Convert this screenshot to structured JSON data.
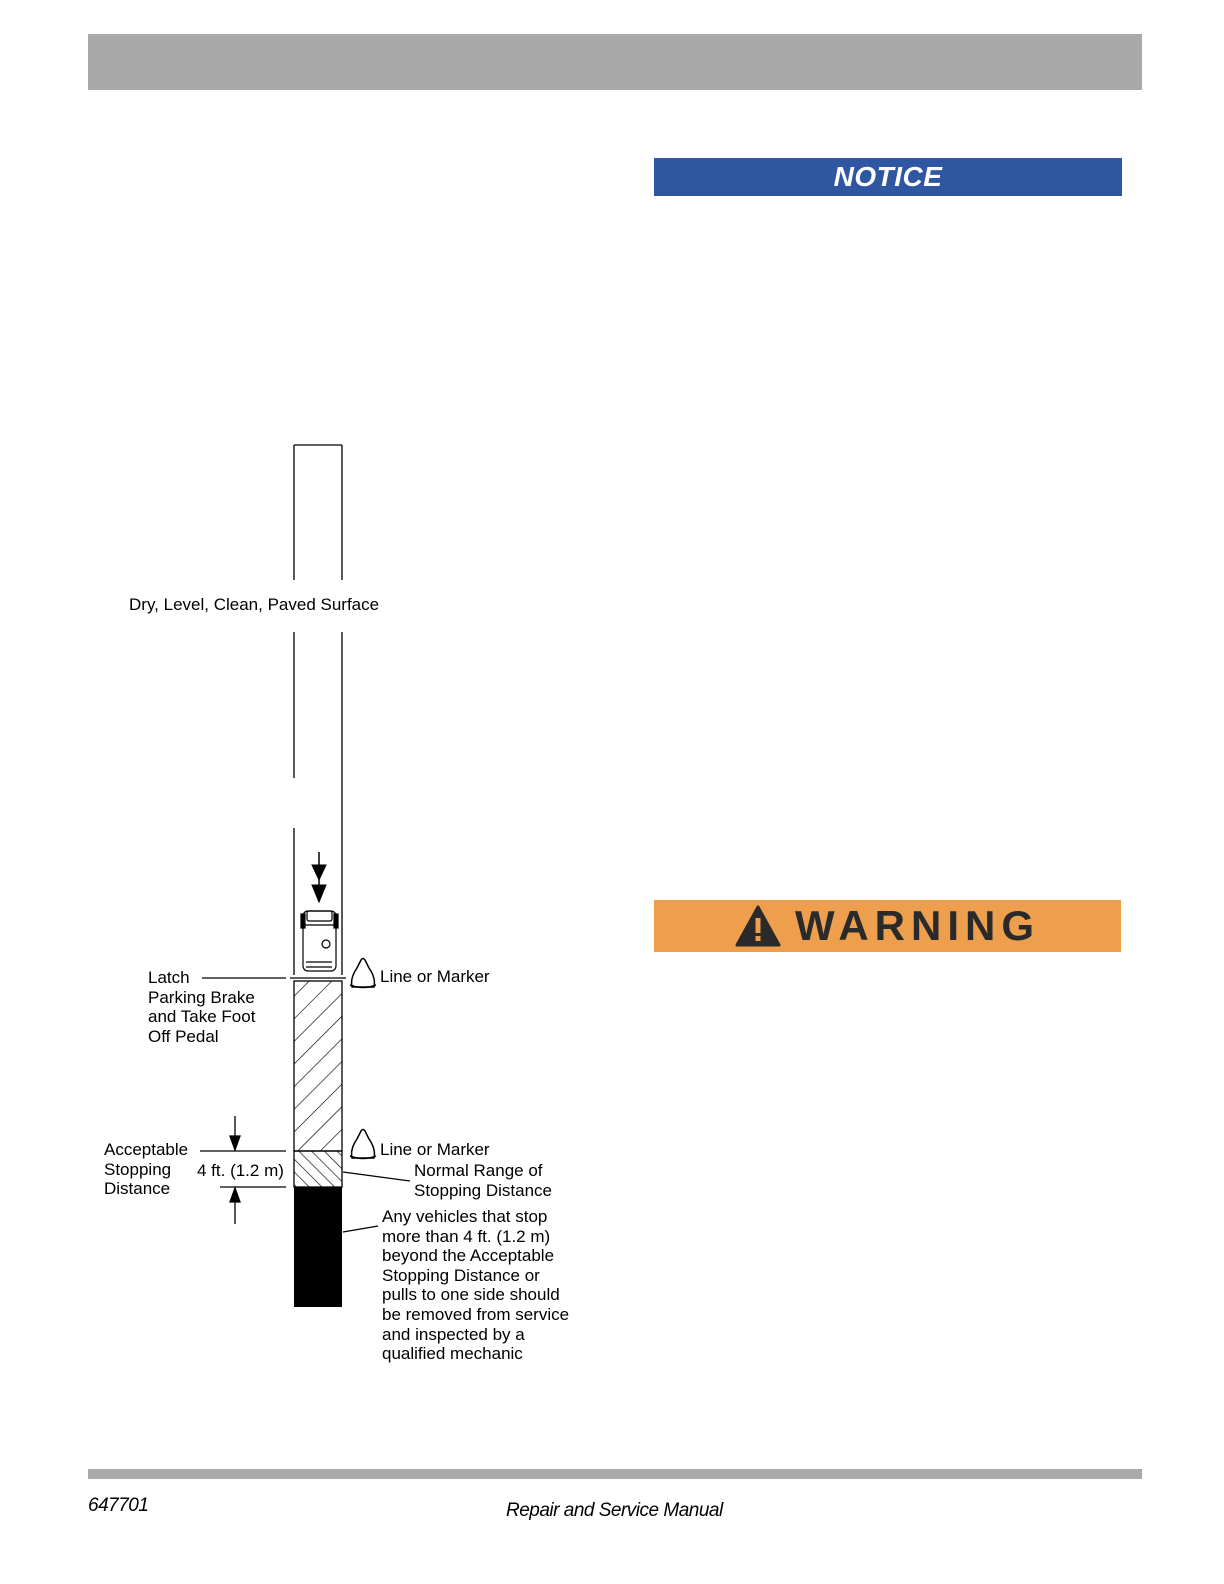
{
  "header": {
    "title": ""
  },
  "notice": {
    "label": "NOTICE",
    "color": "#2f56a0"
  },
  "warning": {
    "label": "WARNING",
    "color": "#ee9f4e",
    "icon": "warning-triangle-icon"
  },
  "diagram": {
    "surface_label": "Dry, Level, Clean, Paved Surface",
    "marker_label_1": "Line or Marker",
    "marker_label_2": "Line or Marker",
    "latch_label_lines": [
      "Latch",
      "Parking Brake",
      "and Take Foot",
      "Off Pedal"
    ],
    "acceptable_label_lines": [
      "Acceptable",
      "Stopping",
      "Distance"
    ],
    "distance_label": "4 ft. (1.2 m)",
    "normal_range_lines": [
      "Normal Range of",
      "Stopping Distance"
    ],
    "inspect_lines": [
      "Any vehicles that stop",
      "more than 4 ft. (1.2 m)",
      "beyond the Acceptable",
      "Stopping Distance or",
      "pulls to one side should",
      "be removed from service",
      "and inspected by a",
      "qualified mechanic"
    ]
  },
  "footer": {
    "doc_number": "647701",
    "manual_title": "Repair and Service Manual"
  }
}
